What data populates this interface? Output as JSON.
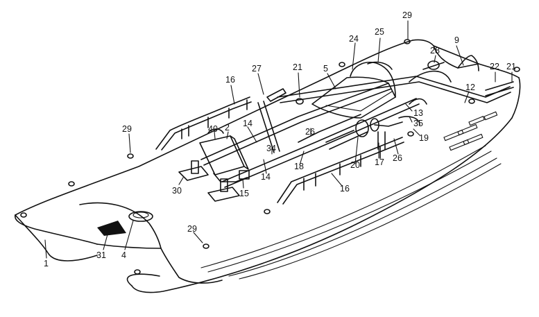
{
  "figure": {
    "reference_numerals": [
      {
        "id": "n29a",
        "text": "29"
      },
      {
        "id": "n28",
        "text": "28"
      },
      {
        "id": "n25",
        "text": "25"
      },
      {
        "id": "n24",
        "text": "24"
      },
      {
        "id": "n9",
        "text": "9"
      },
      {
        "id": "n5",
        "text": "5"
      },
      {
        "id": "n22",
        "text": "22"
      },
      {
        "id": "n21b",
        "text": "21"
      },
      {
        "id": "n27",
        "text": "27"
      },
      {
        "id": "n21a",
        "text": "21"
      },
      {
        "id": "n16a",
        "text": "16"
      },
      {
        "id": "n12",
        "text": "12"
      },
      {
        "id": "n13",
        "text": "13"
      },
      {
        "id": "n35",
        "text": "35"
      },
      {
        "id": "n26a",
        "text": "26"
      },
      {
        "id": "n19",
        "text": "19"
      },
      {
        "id": "n29b",
        "text": "29"
      },
      {
        "id": "n40",
        "text": "40"
      },
      {
        "id": "n2",
        "text": "2"
      },
      {
        "id": "n14a",
        "text": "14"
      },
      {
        "id": "n34",
        "text": "34"
      },
      {
        "id": "n26b",
        "text": "26"
      },
      {
        "id": "n18",
        "text": "18"
      },
      {
        "id": "n20",
        "text": "20"
      },
      {
        "id": "n17",
        "text": "17"
      },
      {
        "id": "n14b",
        "text": "14"
      },
      {
        "id": "n16b",
        "text": "16"
      },
      {
        "id": "n30",
        "text": "30"
      },
      {
        "id": "n15",
        "text": "15"
      },
      {
        "id": "n29c",
        "text": "29"
      },
      {
        "id": "n31",
        "text": "31"
      },
      {
        "id": "n4",
        "text": "4"
      },
      {
        "id": "n1",
        "text": "1"
      }
    ]
  }
}
